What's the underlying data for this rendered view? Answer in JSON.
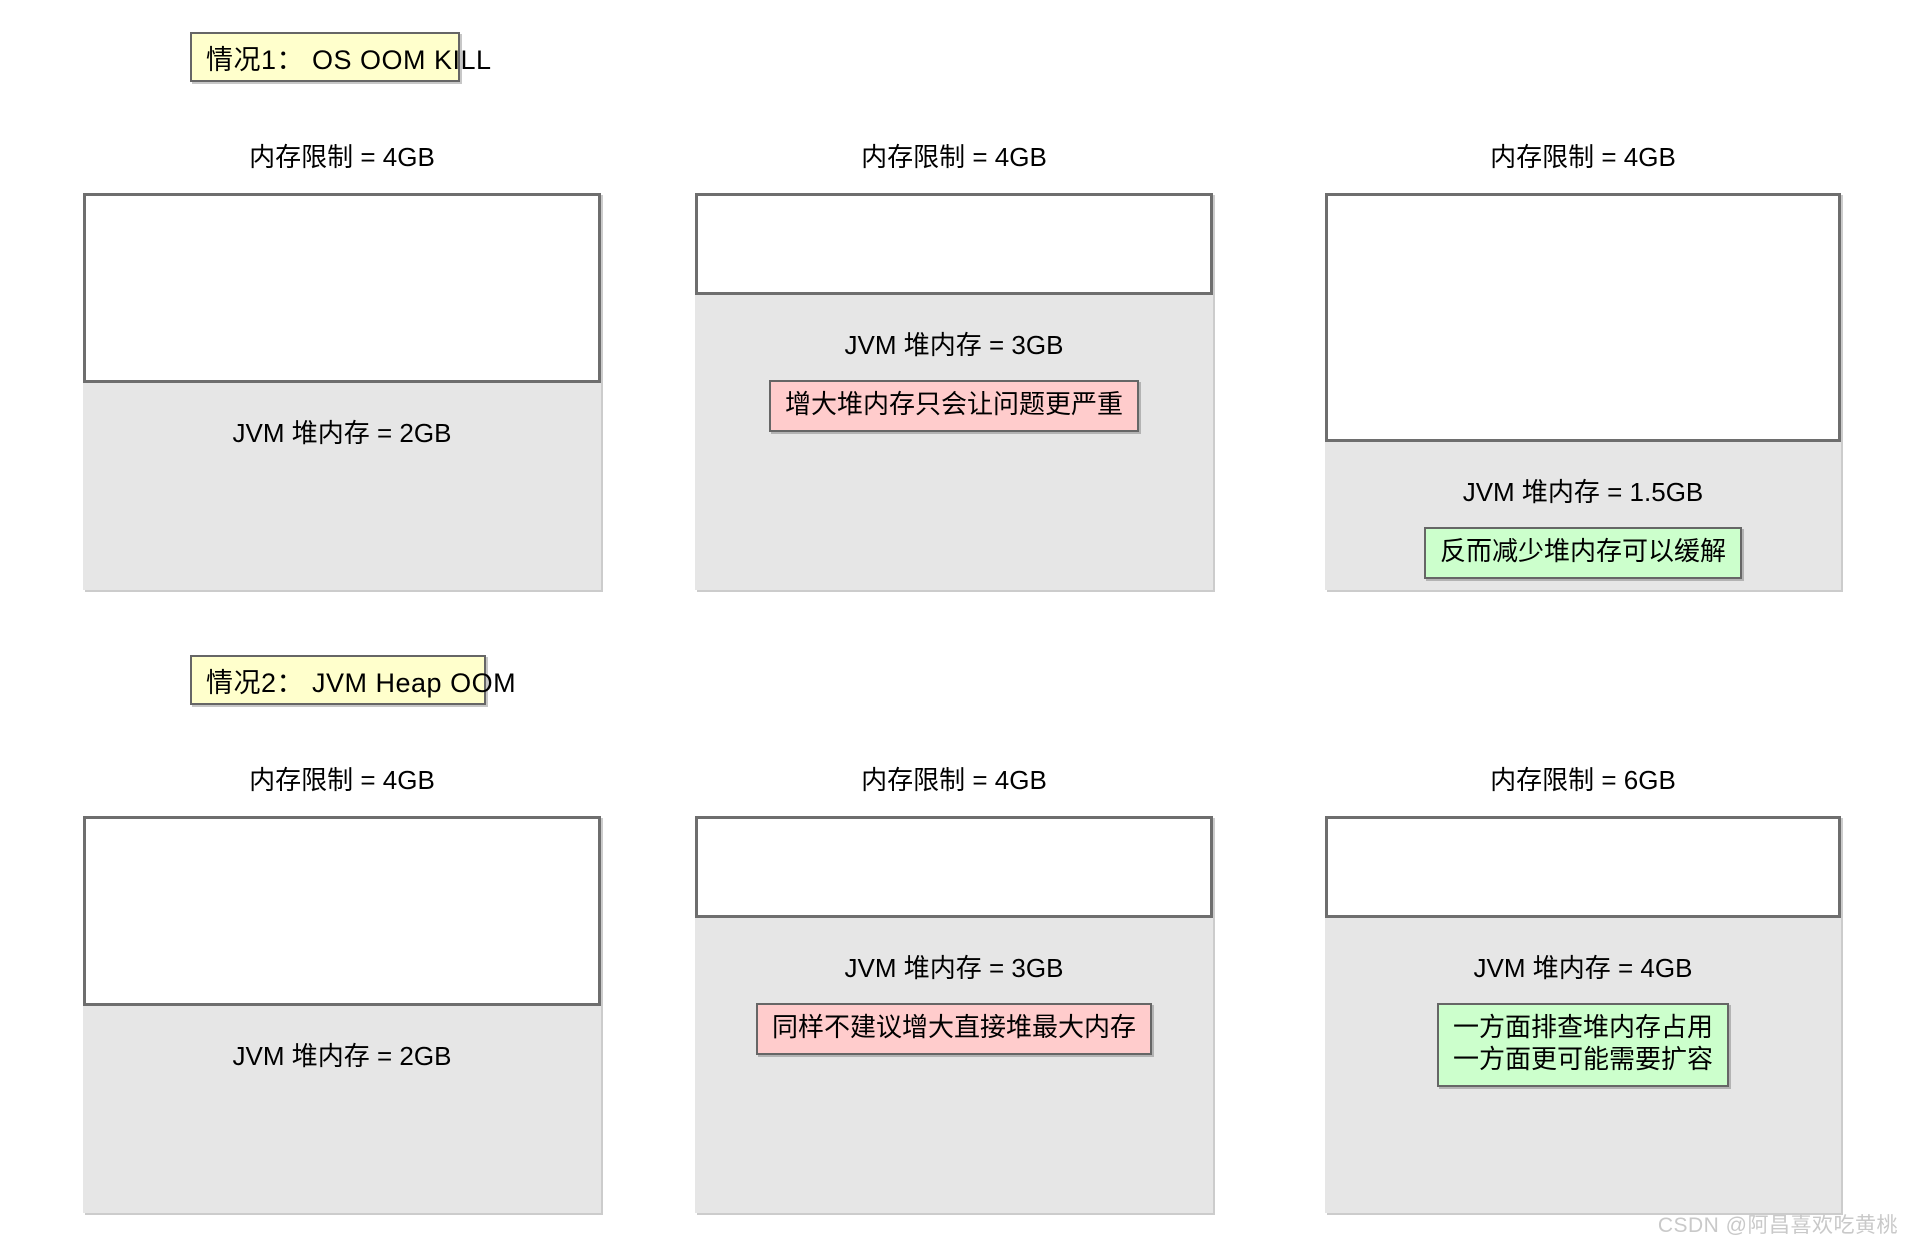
{
  "sections": [
    {
      "id": "case-1",
      "chip_label": "情况1： OS OOM KILL",
      "panels": [
        {
          "caption": "内存限制 = 4GB",
          "heap_label": "JVM 堆内存 = 2GB",
          "heap_ratio_percent": 53,
          "note": null,
          "note_kind": null
        },
        {
          "caption": "内存限制 = 4GB",
          "heap_label": "JVM 堆内存 = 3GB",
          "heap_ratio_percent": 75,
          "note": "增大堆内存只会让问题更严重",
          "note_kind": "warn"
        },
        {
          "caption": "内存限制 = 4GB",
          "heap_label": "JVM 堆内存 = 1.5GB",
          "heap_ratio_percent": 38,
          "note": "反而减少堆内存可以缓解",
          "note_kind": "good"
        }
      ]
    },
    {
      "id": "case-2",
      "chip_label": "情况2： JVM Heap OOM",
      "panels": [
        {
          "caption": "内存限制 = 4GB",
          "heap_label": "JVM 堆内存 = 2GB",
          "heap_ratio_percent": 53,
          "note": null,
          "note_kind": null
        },
        {
          "caption": "内存限制 = 4GB",
          "heap_label": "JVM 堆内存 = 3GB",
          "heap_ratio_percent": 75,
          "note": "同样不建议增大直接堆最大内存",
          "note_kind": "warn"
        },
        {
          "caption": "内存限制 = 6GB",
          "heap_label": "JVM 堆内存 = 4GB",
          "heap_ratio_percent": 75,
          "note": "一方面排查堆内存占用\n一方面更可能需要扩容",
          "note_kind": "good"
        }
      ]
    }
  ],
  "watermark": "CSDN @阿昌喜欢吃黄桃",
  "colors": {
    "chip_bg": "#ffffcc",
    "box_border": "#6e6e6e",
    "heap_bg": "#e6e6e6",
    "note_warn_bg": "#ffcccc",
    "note_good_bg": "#ccffcc",
    "watermark": "#c9c9c9"
  }
}
